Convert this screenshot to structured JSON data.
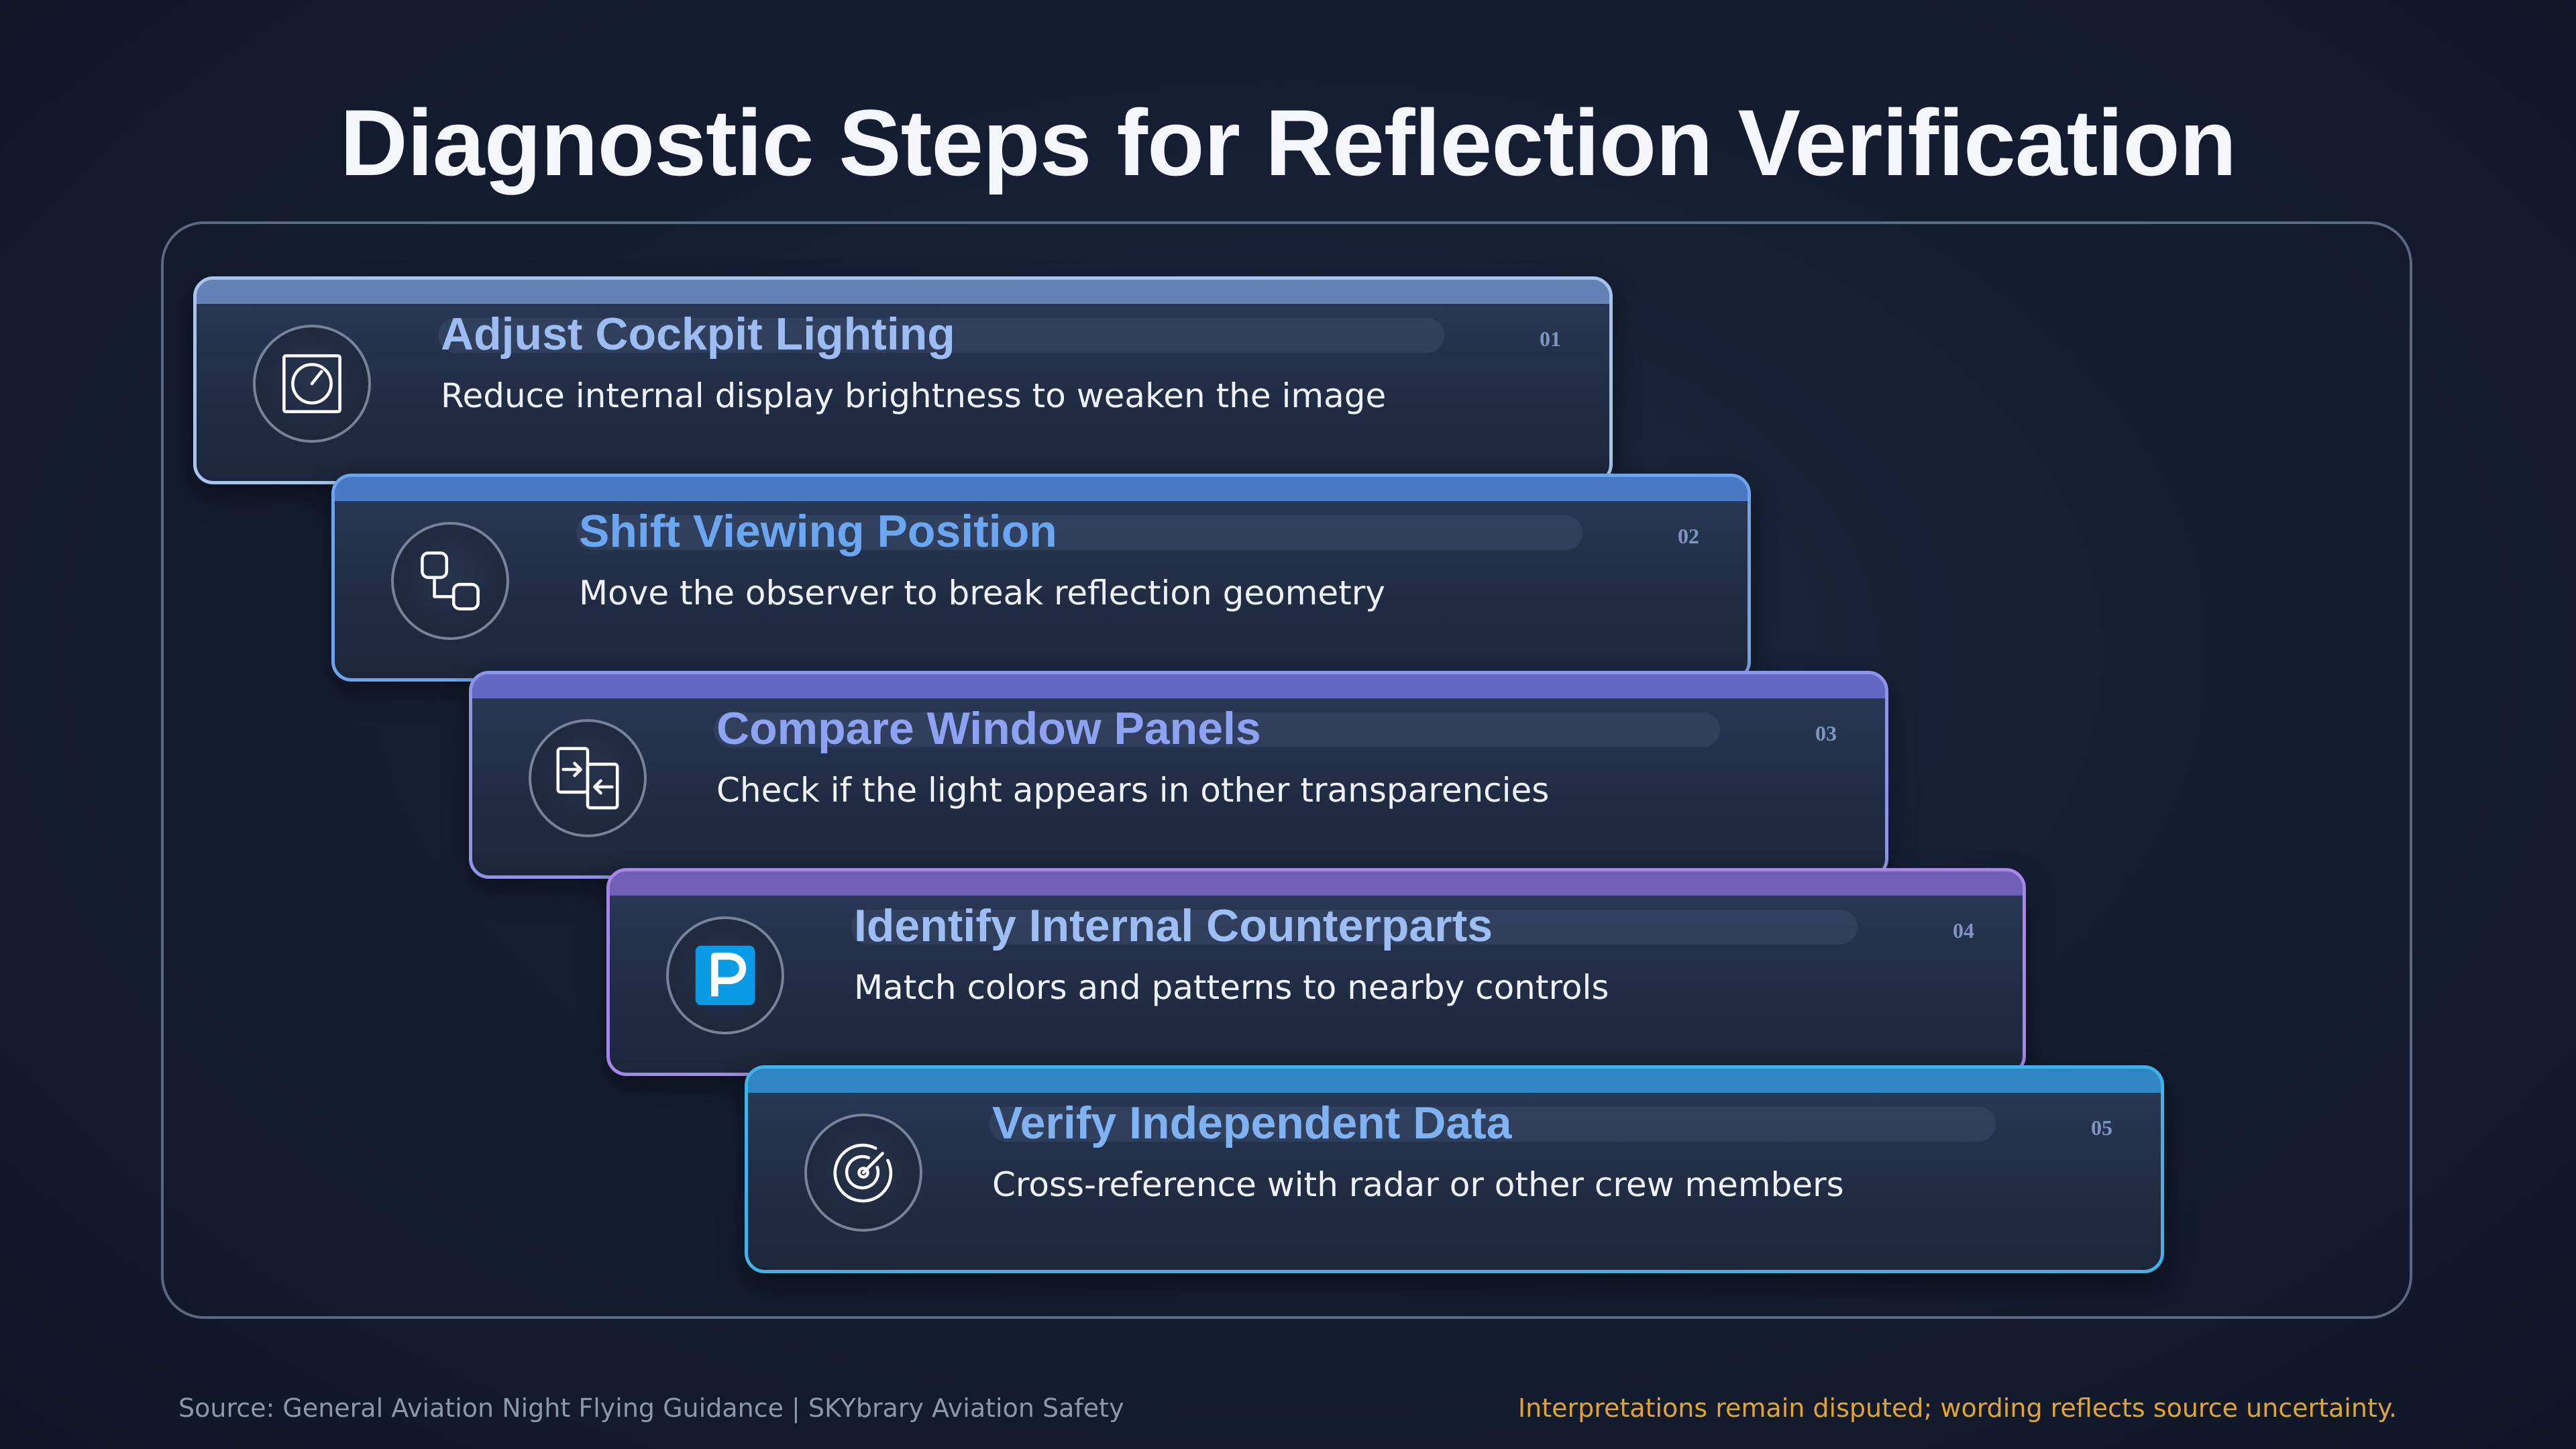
{
  "title": "Diagnostic Steps for Reflection Verification",
  "steps": [
    {
      "number": "01",
      "title": "Adjust Cockpit Lighting",
      "description": "Reduce internal display brightness to weaken the image",
      "icon": "dial-gauge-icon",
      "accent": "#a9c3ee",
      "bar": "#6d8fc7",
      "title_color": "#9cbcf2"
    },
    {
      "number": "02",
      "title": "Shift Viewing Position",
      "description": "Move the observer to break reflection geometry",
      "icon": "connected-squares-icon",
      "accent": "#6ea4ea",
      "bar": "#4d84d8",
      "title_color": "#6aa6f2"
    },
    {
      "number": "03",
      "title": "Compare Window Panels",
      "description": "Check if the light appears in other transparencies",
      "icon": "compare-panels-icon",
      "accent": "#8d94ea",
      "bar": "#6c72d6",
      "title_color": "#8ea2f4"
    },
    {
      "number": "04",
      "title": "Identify Internal Counterparts",
      "description": "Match colors and patterns to nearby controls",
      "icon": "parking-sign-icon",
      "accent": "#a487e6",
      "bar": "#7d66c8",
      "title_color": "#9dbdf4"
    },
    {
      "number": "05",
      "title": "Verify Independent Data",
      "description": "Cross-reference with radar or other crew members",
      "icon": "radar-icon",
      "accent": "#3fb2ea",
      "bar": "#2f95d6",
      "title_color": "#7eb2f2"
    }
  ],
  "footer": {
    "source": "Source: General Aviation Night Flying Guidance | SKYbrary Aviation Safety",
    "note": "Interpretations remain disputed; wording reflects source uncertainty."
  },
  "colors": {
    "background": "#141d30",
    "note": "#e2a52c"
  }
}
